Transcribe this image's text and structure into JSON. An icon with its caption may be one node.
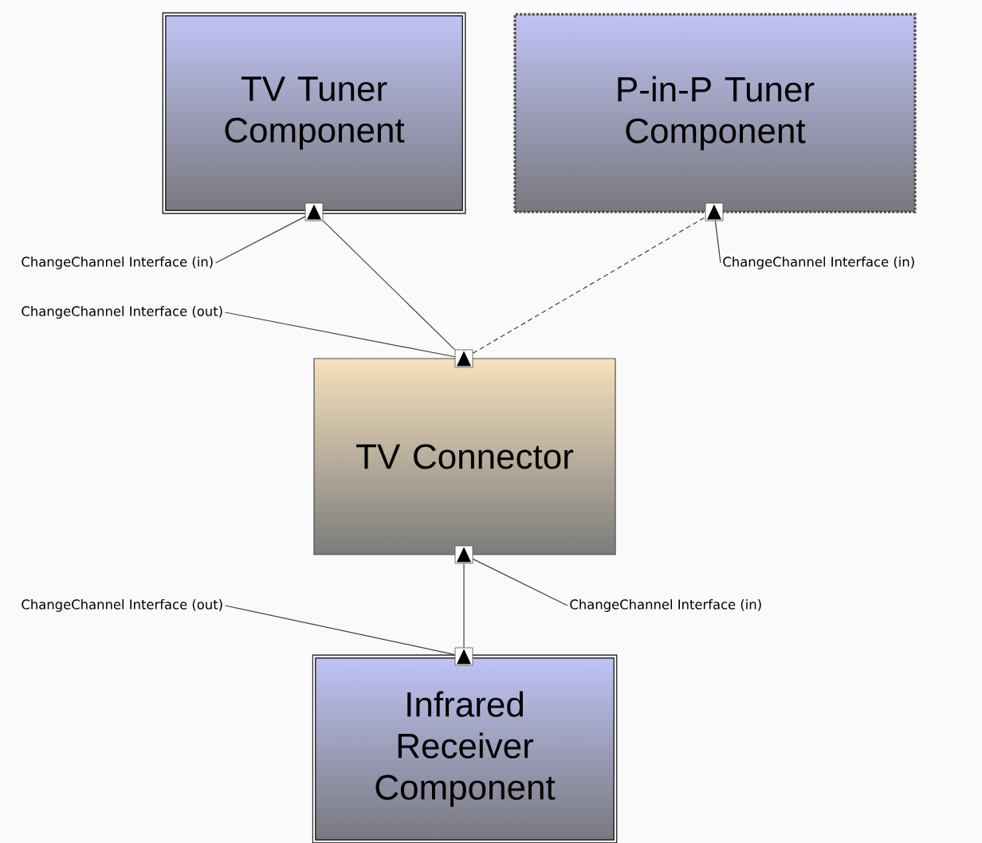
{
  "diagram": {
    "nodes": [
      {
        "text": [
          "TV Tuner Component"
        ]
      },
      {
        "text": [
          "P-in-P Tuner Component"
        ]
      },
      {
        "text": [
          "TV Connector"
        ]
      },
      {
        "text": [
          "Infrared Receiver Component"
        ]
      },
      {
        "text": [],
        "shape": "box"
      },
      {
        "text": [],
        "shape": "box"
      },
      {
        "text": [],
        "shape": "box"
      },
      {
        "text": [],
        "shape": "box"
      },
      {
        "text": [],
        "shape": "box"
      },
      {
        "text": [
          "ChangeChannel Interface (in)"
        ]
      },
      {
        "text": [
          "ChangeChannel Interface (out)"
        ]
      },
      {
        "text": [
          "ChangeChannel Interface (in)"
        ]
      },
      {
        "text": [
          "ChangeChannel Interface (out)"
        ]
      },
      {
        "text": [
          "ChangeChannel Interface (in)"
        ]
      }
    ],
    "edges": [
      {
        "from": 6,
        "to": 4,
        "arrow": "none"
      },
      {
        "from": 6,
        "to": 5,
        "arrow": "none",
        "style": "dashed"
      },
      {
        "from": 8,
        "to": 7,
        "arrow": "none"
      },
      {
        "from": 9,
        "to": 4,
        "arrow": "none"
      },
      {
        "from": 10,
        "to": 6,
        "arrow": "none"
      },
      {
        "from": 11,
        "to": 5,
        "arrow": "none"
      },
      {
        "from": 12,
        "to": 8,
        "arrow": "none"
      },
      {
        "from": 13,
        "to": 7,
        "arrow": "none"
      }
    ]
  }
}
